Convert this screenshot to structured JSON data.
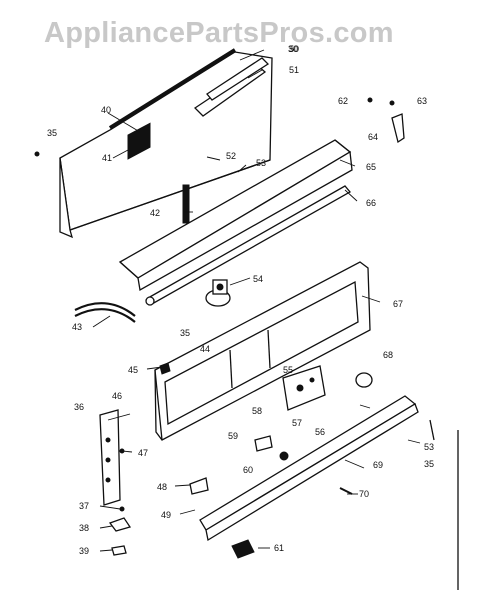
{
  "watermark": "AppliancePartsPros.com",
  "parts": [
    "30",
    "35",
    "36",
    "37",
    "38",
    "39",
    "40",
    "41",
    "42",
    "43",
    "44",
    "45",
    "46",
    "47",
    "48",
    "49",
    "50",
    "51",
    "52",
    "53",
    "54",
    "55",
    "56",
    "57",
    "58",
    "59",
    "60",
    "61",
    "62",
    "63",
    "64",
    "65",
    "66",
    "67",
    "68",
    "69",
    "70"
  ]
}
